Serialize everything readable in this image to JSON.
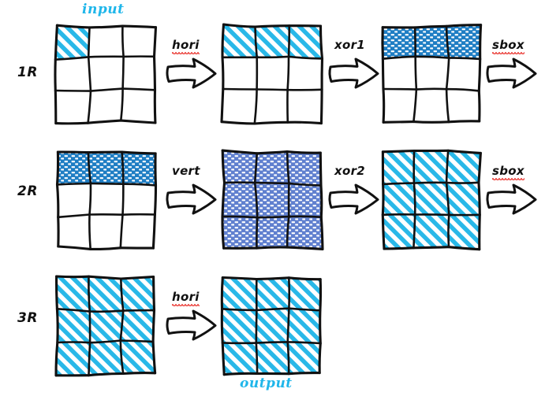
{
  "diagram": {
    "title_caption_top": "input",
    "title_caption_bottom": "output",
    "colors": {
      "stripe_cyan": "#29b8e8",
      "dot_dark_blue": "#1f7ec4",
      "dot_periwinkle": "#6080cf",
      "ink": "#111111",
      "caption_cyan": "#1fb6ea",
      "squiggle_red": "#e8251f",
      "background": "#ffffff"
    },
    "rows": [
      {
        "label": "1R",
        "steps": [
          {
            "kind": "grid",
            "name": "grid-1r-input",
            "cells": [
              [
                "stripe",
                "empty",
                "empty"
              ],
              [
                "empty",
                "empty",
                "empty"
              ],
              [
                "empty",
                "empty",
                "empty"
              ]
            ]
          },
          {
            "kind": "arrow",
            "name": "arrow-hori-1",
            "label": "hori",
            "squiggle": true
          },
          {
            "kind": "grid",
            "name": "grid-1r-after-hori",
            "cells": [
              [
                "stripe",
                "stripe",
                "stripe"
              ],
              [
                "empty",
                "empty",
                "empty"
              ],
              [
                "empty",
                "empty",
                "empty"
              ]
            ]
          },
          {
            "kind": "arrow",
            "name": "arrow-xor1",
            "label": "xor1",
            "squiggle": false
          },
          {
            "kind": "grid",
            "name": "grid-1r-after-xor1",
            "cells": [
              [
                "dotdark",
                "dotdark",
                "dotdark"
              ],
              [
                "empty",
                "empty",
                "empty"
              ],
              [
                "empty",
                "empty",
                "empty"
              ]
            ]
          },
          {
            "kind": "arrow",
            "name": "arrow-sbox-1",
            "label": "sbox",
            "squiggle": true
          }
        ]
      },
      {
        "label": "2R",
        "steps": [
          {
            "kind": "grid",
            "name": "grid-2r-input",
            "cells": [
              [
                "dotdark",
                "dotdark",
                "dotdark"
              ],
              [
                "empty",
                "empty",
                "empty"
              ],
              [
                "empty",
                "empty",
                "empty"
              ]
            ]
          },
          {
            "kind": "arrow",
            "name": "arrow-vert",
            "label": "vert",
            "squiggle": false
          },
          {
            "kind": "grid",
            "name": "grid-2r-after-vert",
            "cells": [
              [
                "dotperi",
                "dotperi",
                "dotperi"
              ],
              [
                "dotperi",
                "dotperi",
                "dotperi"
              ],
              [
                "dotperi",
                "dotperi",
                "dotperi"
              ]
            ]
          },
          {
            "kind": "arrow",
            "name": "arrow-xor2",
            "label": "xor2",
            "squiggle": false
          },
          {
            "kind": "grid",
            "name": "grid-2r-after-xor2",
            "cells": [
              [
                "stripe",
                "stripe",
                "stripe"
              ],
              [
                "stripe",
                "stripe",
                "stripe"
              ],
              [
                "stripe",
                "stripe",
                "stripe"
              ]
            ]
          },
          {
            "kind": "arrow",
            "name": "arrow-sbox-2",
            "label": "sbox",
            "squiggle": true
          }
        ]
      },
      {
        "label": "3R",
        "steps": [
          {
            "kind": "grid",
            "name": "grid-3r-input",
            "cells": [
              [
                "stripe",
                "stripe",
                "stripe"
              ],
              [
                "stripe",
                "stripe",
                "stripe"
              ],
              [
                "stripe",
                "stripe",
                "stripe"
              ]
            ]
          },
          {
            "kind": "arrow",
            "name": "arrow-hori-2",
            "label": "hori",
            "squiggle": true
          },
          {
            "kind": "grid",
            "name": "grid-3r-output",
            "cells": [
              [
                "stripe",
                "stripe",
                "stripe"
              ],
              [
                "stripe",
                "stripe",
                "stripe"
              ],
              [
                "stripe",
                "stripe",
                "stripe"
              ]
            ]
          }
        ]
      }
    ]
  }
}
